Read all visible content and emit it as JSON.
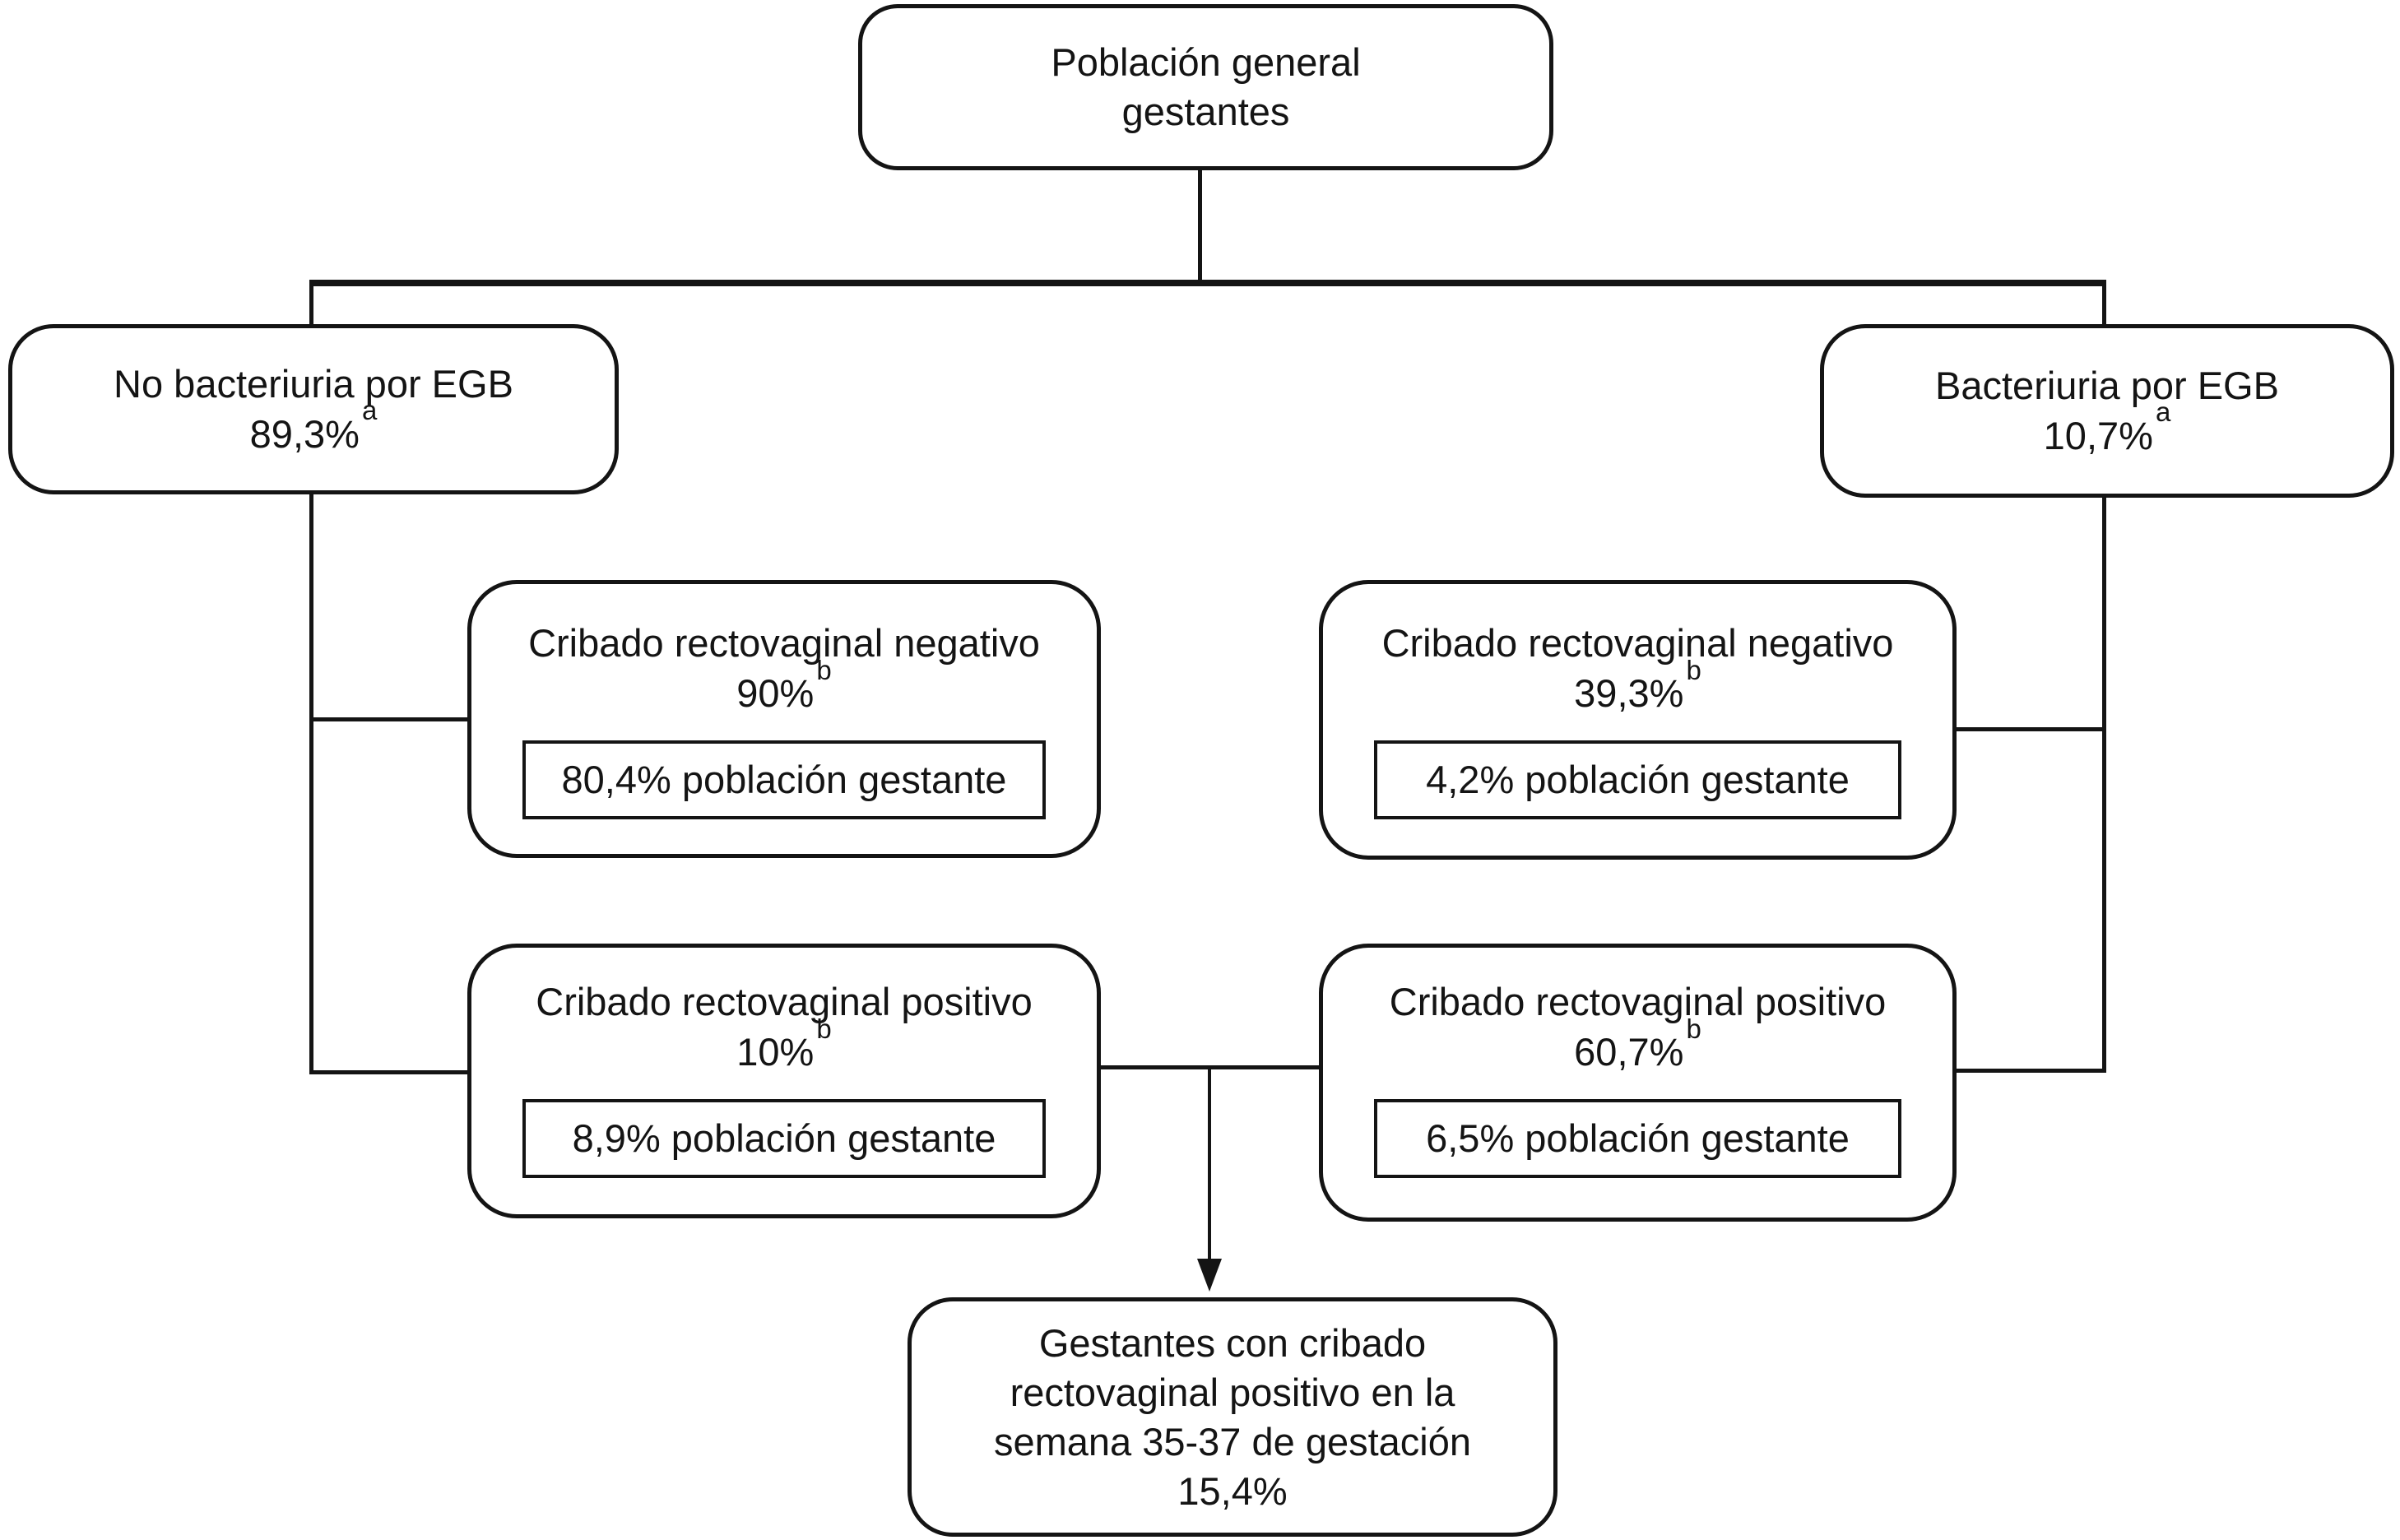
{
  "colors": {
    "ink": "#141414",
    "background": "#ffffff"
  },
  "nodes": {
    "root": {
      "lines": [
        "Población general",
        "gestantes"
      ]
    },
    "no_bacteriuria": {
      "title": "No bacteriuria por EGB",
      "value": "89,3%",
      "footnote": "a"
    },
    "bacteriuria": {
      "title": "Bacteriuria por EGB",
      "value": "10,7%",
      "footnote": "a"
    },
    "left_negative": {
      "title": "Cribado rectovaginal negativo",
      "value": "90%",
      "footnote": "b",
      "population": "80,4% población gestante"
    },
    "right_negative": {
      "title": "Cribado rectovaginal negativo",
      "value": "39,3%",
      "footnote": "b",
      "population": "4,2% población gestante"
    },
    "left_positive": {
      "title": "Cribado rectovaginal positivo",
      "value": "10%",
      "footnote": "b",
      "population": "8,9% población gestante"
    },
    "right_positive": {
      "title": "Cribado rectovaginal positivo",
      "value": "60,7%",
      "footnote": "b",
      "population": "6,5% población gestante"
    },
    "outcome": {
      "lines": [
        "Gestantes con cribado",
        "rectovaginal positivo en la",
        "semana 35-37 de gestación",
        "15,4%"
      ]
    }
  }
}
